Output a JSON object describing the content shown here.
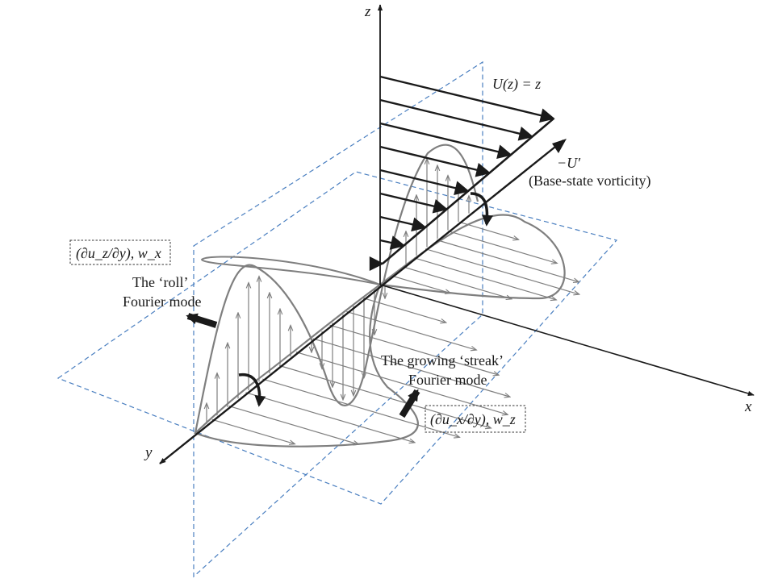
{
  "axes": {
    "x": "x",
    "y": "y",
    "z": "z"
  },
  "labels": {
    "base_flow": "U(z) = z",
    "neg_shear": "−U′",
    "base_vorticity": "(Base-state vorticity)",
    "roll_eq": "(∂u_z/∂y), w_x",
    "roll_mode_1": "The ‘roll’",
    "roll_mode_2": "Fourier mode",
    "streak_mode_1": "The growing ‘streak’",
    "streak_mode_2": "Fourier mode",
    "streak_eq": "(∂u_x/∂y), w_z"
  },
  "colors": {
    "axis": "#1a1a1a",
    "plane": "#4a7fc0",
    "mode": "#7f7f7f",
    "annotation_box": "#333333"
  }
}
